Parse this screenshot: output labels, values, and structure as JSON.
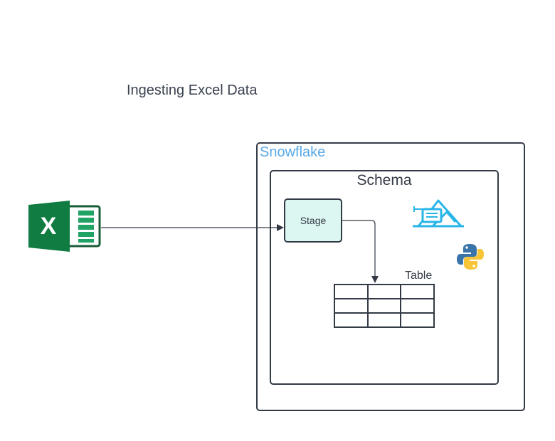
{
  "diagram": {
    "title": "Ingesting Excel Data",
    "container_label": "Snowflake",
    "schema_label": "Schema",
    "stage_label": "Stage",
    "table_label": "Table",
    "excel_icon_letter": "X",
    "table_grid": {
      "rows": 3,
      "cols": 3
    },
    "icons": [
      "excel-icon",
      "snowflake-snowpark-icon",
      "python-icon",
      "table-icon"
    ],
    "colors": {
      "outline": "#333a45",
      "snowflake_label": "#5aa9e6",
      "stage_fill": "#dcf7f2",
      "excel_dark": "#185c37",
      "excel_mid": "#21a366",
      "excel_front": "#107c41",
      "snowpark_blue": "#29b5e8",
      "python_blue": "#3a74a8",
      "python_yellow": "#f7c536"
    }
  }
}
